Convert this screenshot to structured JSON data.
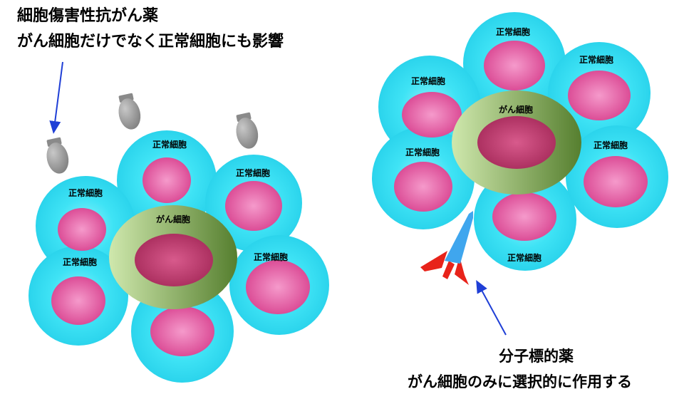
{
  "captions": {
    "left_title": "細胞傷害性抗がん薬",
    "left_subtitle": "がん細胞だけでなく正常細胞にも影響",
    "right_title": "分子標的薬",
    "right_subtitle": "がん細胞のみに選択的に作用する"
  },
  "cells": {
    "normal_label": "正常細胞",
    "cancer_label": "がん細胞"
  },
  "colors": {
    "cytoplasm": "#3fe3f5",
    "normal_nucleus": "#e0559a",
    "cancer_cell_light": "#c6e2a2",
    "cancer_cell_dark": "#5e8a36",
    "cancer_nucleus": "#b83a6c",
    "drug_capsule": "#9a9a9a",
    "arrow": "#1f3fd6",
    "rocket_body": "#3fa6ee",
    "rocket_fin": "#e8231a"
  },
  "icons": {
    "cytotoxic_drug": "capsule-icon",
    "targeted_drug": "rocket-icon"
  }
}
